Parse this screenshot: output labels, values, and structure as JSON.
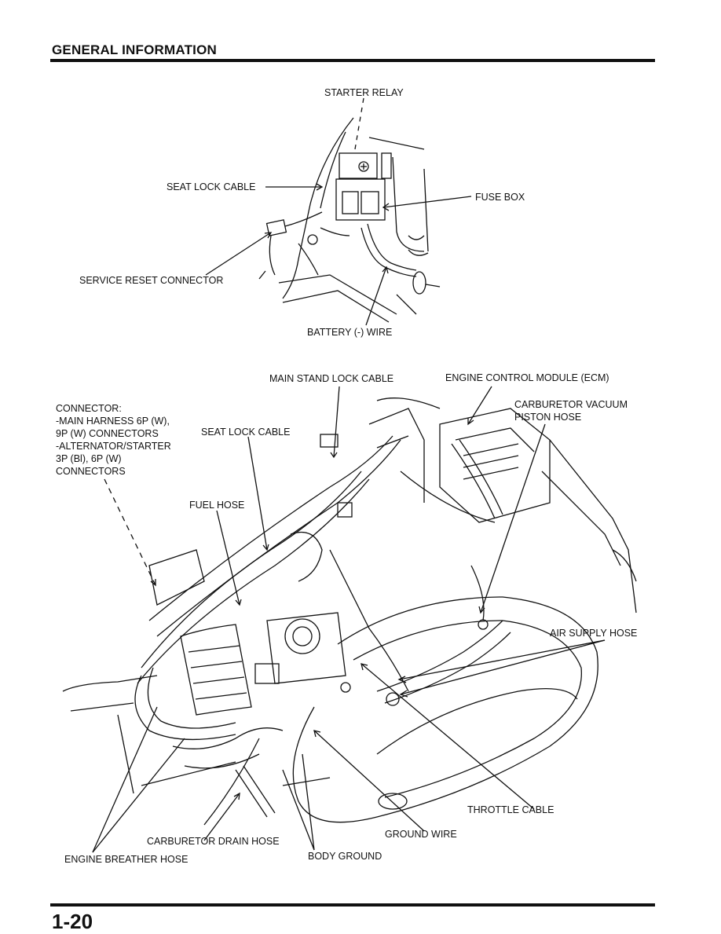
{
  "header": {
    "title": "GENERAL INFORMATION"
  },
  "page_number": "1-20",
  "figure_top": {
    "labels": {
      "starter_relay": "STARTER RELAY",
      "seat_lock_cable": "SEAT LOCK CABLE",
      "fuse_box": "FUSE BOX",
      "service_reset_connector": "SERVICE RESET CONNECTOR",
      "battery_wire": "BATTERY (-) WIRE"
    }
  },
  "figure_bottom": {
    "labels": {
      "main_stand_lock_cable": "MAIN STAND LOCK CABLE",
      "ecm": "ENGINE CONTROL MODULE (ECM)",
      "carburetor_vacuum_piston_hose": "CARBURETOR VACUUM\nPISTON HOSE",
      "connector": "CONNECTOR:\n-MAIN HARNESS 6P (W),\n9P (W) CONNECTORS\n-ALTERNATOR/STARTER\n3P (Bl), 6P (W)\nCONNECTORS",
      "seat_lock_cable": "SEAT LOCK CABLE",
      "fuel_hose": "FUEL HOSE",
      "air_supply_hose": "AIR SUPPLY HOSE",
      "throttle_cable": "THROTTLE CABLE",
      "ground_wire": "GROUND WIRE",
      "carburetor_drain_hose": "CARBURETOR DRAIN HOSE",
      "body_ground": "BODY GROUND",
      "engine_breather_hose": "ENGINE BREATHER HOSE"
    }
  }
}
